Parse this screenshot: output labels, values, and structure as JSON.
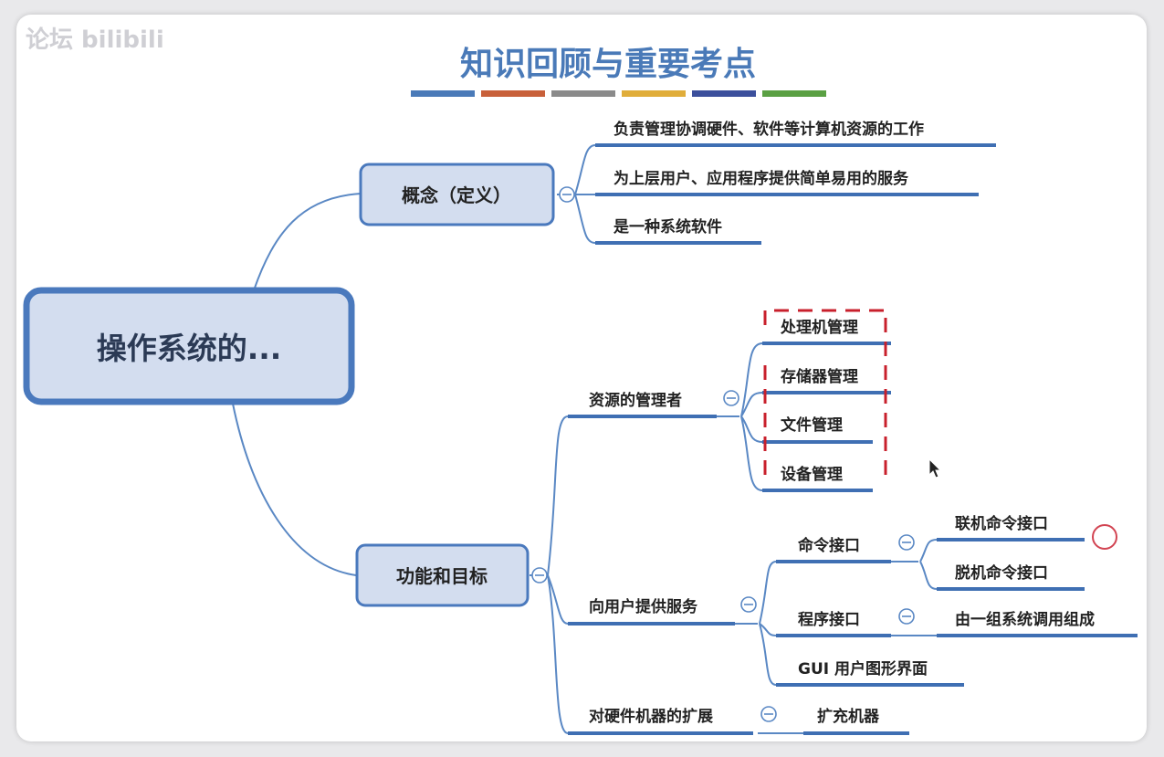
{
  "watermark": "论坛 bilibili",
  "title": "知识回顾与重要考点",
  "colors": {
    "title": "#4a7ab8",
    "title_bars": [
      "#4a7ab8",
      "#c8603a",
      "#8a8a8a",
      "#e0ad3a",
      "#3b4f9c",
      "#5aa043"
    ],
    "connector": "#5a88c4",
    "underline": "#3f6fb3",
    "node_fill": "#d3ddef",
    "highlight": "#c8202c"
  },
  "root": {
    "label": "操作系统的..."
  },
  "concept": {
    "label": "概念（定义）",
    "items": [
      "负责管理协调硬件、软件等计算机资源的工作",
      "为上层用户、应用程序提供简单易用的服务",
      "是一种系统软件"
    ]
  },
  "function": {
    "label": "功能和目标",
    "resource": {
      "label": "资源的管理者",
      "items": [
        "处理机管理",
        "存储器管理",
        "文件管理",
        "设备管理"
      ]
    },
    "service": {
      "label": "向用户提供服务",
      "command": {
        "label": "命令接口",
        "items": [
          "联机命令接口",
          "脱机命令接口"
        ]
      },
      "program": {
        "label": "程序接口",
        "items": [
          "由一组系统调用组成"
        ]
      },
      "gui": "GUI 用户图形界面"
    },
    "extension": {
      "label": "对硬件机器的扩展",
      "items": [
        "扩充机器"
      ]
    }
  }
}
